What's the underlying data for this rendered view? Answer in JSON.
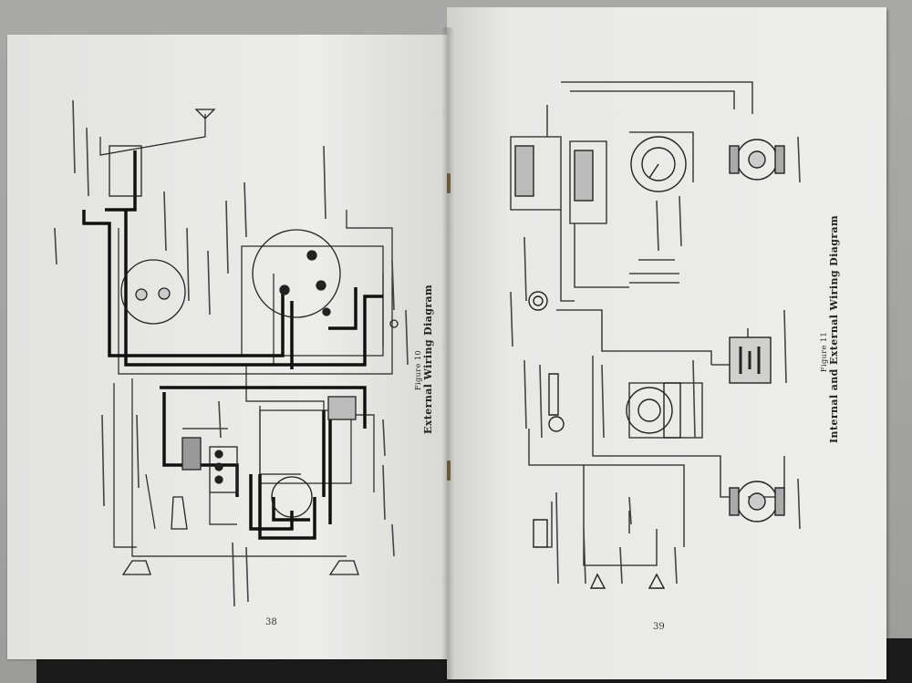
{
  "left_page": {
    "figure_label": "Figure 10",
    "figure_title": "External Wiring Diagram",
    "page_number": "38"
  },
  "right_page": {
    "figure_label": "Figure 11",
    "figure_title": "Internal and External Wiring Diagram",
    "page_number": "39"
  }
}
